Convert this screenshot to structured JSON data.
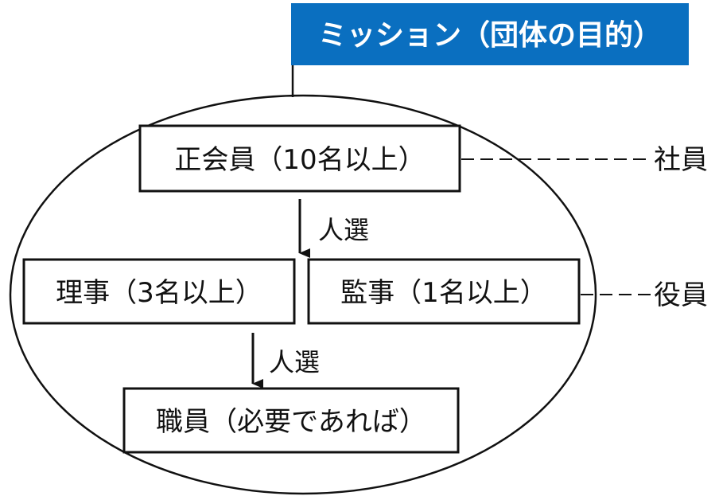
{
  "mission": {
    "label": "ミッション（団体の目的）",
    "color": "#0a6fc0"
  },
  "boxes": {
    "members": "正会員（10名以上）",
    "directors": "理事（3名以上）",
    "auditors": "監事（1名以上）",
    "staff": "職員（必要であれば）"
  },
  "arrows": {
    "select_directors": "人選",
    "select_staff": "人選"
  },
  "side_labels": {
    "members": "社員",
    "officers": "役員"
  }
}
